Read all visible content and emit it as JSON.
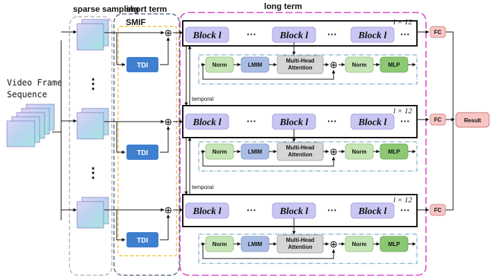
{
  "sections": {
    "sparse_sampling": "sparse sampling",
    "short_term": "short term",
    "long_term": "long term",
    "smif": "SMIF"
  },
  "input_label": [
    "Video Frame",
    "Sequence"
  ],
  "blocks": {
    "block_label": "Block l",
    "repeat_label": "l × 12",
    "ellipsis": "···"
  },
  "layers": {
    "norm": "Norm",
    "lmim": "LMIM",
    "mha": [
      "Multi-Head",
      "Attention"
    ],
    "mlp": "MLP"
  },
  "tdi_label": "TDI",
  "fc_label": "FC",
  "result_label": "Result",
  "temporal_label": "temporal",
  "vertical_ellipsis": "⋮",
  "plus_symbol": "⊕",
  "colors": {
    "block_fill": "#c9c6f3",
    "norm_fill": "#c6e5b6",
    "lmim_fill": "#a9bde4",
    "mha_fill": "#d6d6d6",
    "mlp_fill": "#8cc873",
    "tdi_fill": "#3f7fcf",
    "fc_fill": "#f8c4c4",
    "long_term_border": "#d848c8",
    "short_term_border": "#5d6f86",
    "smif_border": "#f2c443",
    "sampling_border": "#a8a8a8",
    "dashdot_border": "#5a9ab3"
  }
}
